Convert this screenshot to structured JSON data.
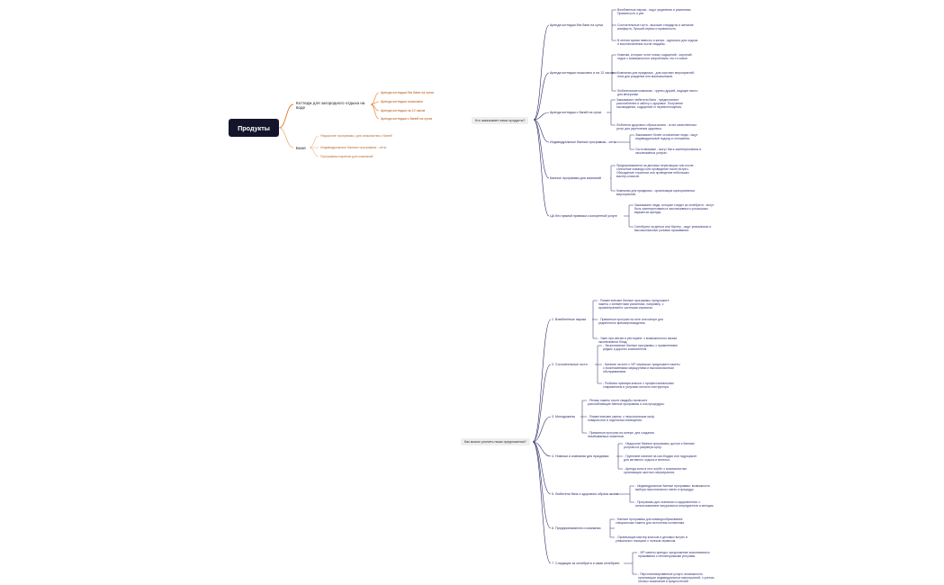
{
  "root": {
    "label": "Продукты"
  },
  "left_branch": {
    "topic1": {
      "label": "Коттедж для загородного отдыха на воде",
      "items": [
        "Аренда коттеджа без бани на сутки",
        "Аренда коттеджа посасовно",
        "Аренда коттеджа на 12 часов",
        "Аренда коттеджа с баней на сутки"
      ]
    },
    "topic2": {
      "label": "Баня",
      "items": [
        "Недорогие программы, для знакомства с баней",
        "Индивидуальные банные программы - сеты",
        "Программы парения для компаний"
      ]
    }
  },
  "upper_map": {
    "question": "Кто заказывает наши продукты?",
    "groups": [
      {
        "label": "Аренда коттеджа без бани на сутки",
        "leaves": [
          "Влюбленные пароки - ищут уединения и романтики. Приватность и уют.",
          "Состоятельные гости - высокие стандарты и желание комфорта. Лучший сервис и приватность.",
          "В летнее время невесты и жених - идеально для отдыха и восстановления после свадьбы."
        ]
      },
      {
        "label": "Аренда коттеджа посасовно и на 12 часов",
        "leaves": [
          "Новички, которые хотят новых ощущений - короткий отдых с возможностью попробовать что-то новое.",
          "Компании для праздника - для коротких мероприятий: типа дни рождения или мальчишников.",
          "Любительские компании - группы друзей, ищущие место для вечеринки."
        ]
      },
      {
        "label": "Аренда коттеджа с баней на сутки",
        "leaves": [
          "Заказывают любители бани - предпочитают расслабление и заботу о здоровье. Получение наслаждения, ощущений от перевоплощения.",
          "Любители здорового образа жизни - хотят качественных услуг для укрепления здоровья."
        ]
      },
      {
        "label": "Индивидуальные банные программы - сеты",
        "leaves": [
          "Заказывают более осознанные люди - ищут индивидуальный подход и отношения.",
          "Гости впервые - могут быть заинтересованы в эксклюзивных услугах."
        ]
      },
      {
        "label": "Банные программы для компаний",
        "leaves": [
          "Предприниматели на деловых переговорах или после - сплочение команды или проведение после встреч. Обсуждение стратегии или проведение небольших мастер-классов.",
          "Компании для праздника - организация корпоративных мероприятий."
        ]
      },
      {
        "label": "ЦА без прямой привязки к конкретной услуге",
        "leaves": [
          "Заказывают люди, которые следят за селебрити - могут быть заинтересованы в эксклюзивных и роскошных вариантах аренды.",
          "Селебрити за деньги или бартер - ищут уникальные и высококлассные условия проживания."
        ]
      }
    ]
  },
  "lower_map": {
    "question": "Как можно усилить наши предложения?",
    "groups": [
      {
        "label": "1. Влюбленные пароки",
        "leaves": [
          "- Романтические банные программы: предложите пакеты с элементами романтики, например, с ароматерапией и частными сервисом.",
          "- Приватные прогулки на яхте или катере для уединенного времяпровождения.",
          "- Ужин при свечах в ресторане: с возможностью заказа эксклюзивных блюд."
        ]
      },
      {
        "label": "2. Состоятельные гости",
        "leaves": [
          "- Эксклюзивные банные программы: с применением редких и дорогих компонентов.",
          "- Катание на яхте с VIP-сервисом: предложите пакеты с эксклюзивными маршрутами и высококлассным обслуживанием.",
          "- Рыбалка премиум-класса: с профессиональным снаряжением и услугами личного инструктора."
        ]
      },
      {
        "label": "3. Молодожены",
        "leaves": [
          "- Релакс пакеты после свадьбы: включите расслабляющие банные программы и спа-процедуры.",
          "- Романтические ужины: с персональным шеф-поваром или в отдельном помещении.",
          "- Приватные прогулки на катере: для создания незабываемых моментов."
        ]
      },
      {
        "label": "4. Новички и компании для праздника",
        "leaves": [
          "- Недорогие банные программы: доступ к банным услугам на разумную цену.",
          "- Групповое катание на сап-бордах или гидроцикле: для активного отдыха и веселья.",
          "- Аренда зоны в гест-клубе: с возможностью организации частного мероприятия."
        ]
      },
      {
        "label": "5. Любители бань и здорового образа жизни",
        "leaves": [
          "- Индивидуальные банные программы: возможность выбора персонального меню и процедур.",
          "- Программы для познания и оздоровления: с использованием натуральных ингредиентов и методик."
        ]
      },
      {
        "label": "6. Предприниматели и компании",
        "leaves": [
          "- Банные программы для командообразования: специальные пакеты для сплочения коллектива.",
          "- Организация мастер-классов и деловых встреч в уникальных локациях с полным сервисом."
        ]
      },
      {
        "label": "7. Следящие за селебрити и сами селебрити",
        "leaves": [
          "- VIP-пакеты аренды: предложение эксклюзивного проживания с неповторимыми услугами.",
          "- Персонализированные услуги: возможность организации индивидуальных мероприятий, с учетом личных пожеланий и предпочтений."
        ]
      }
    ]
  },
  "colors": {
    "root_bg": "#14142b",
    "orange": "#e8751a",
    "peach": "#f0b483",
    "navy": "#2b2b6b"
  }
}
